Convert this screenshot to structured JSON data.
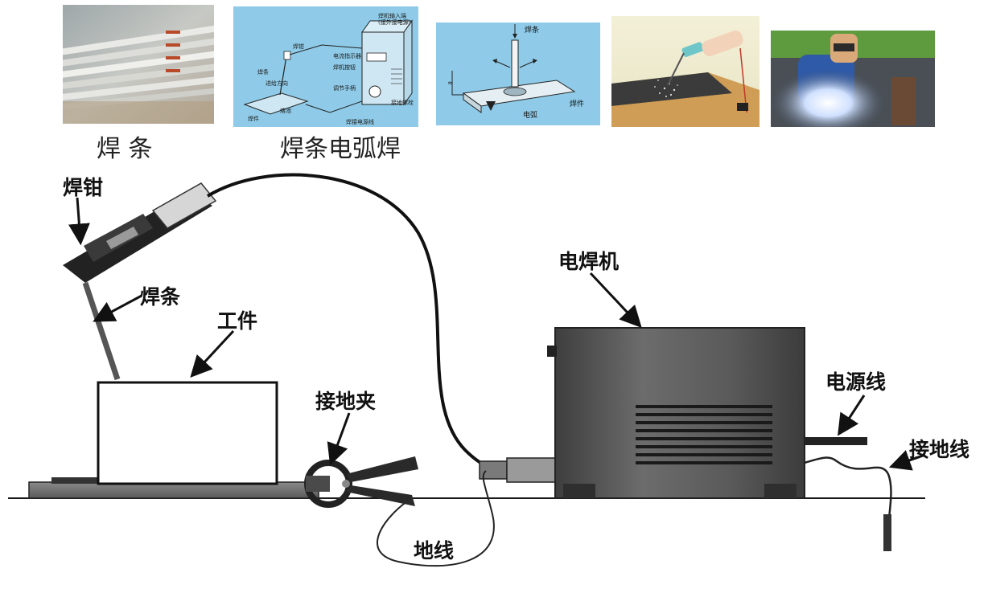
{
  "captions": {
    "electrode": "焊 条",
    "arc_welding": "焊条电弧焊"
  },
  "thumb2_labels": {
    "holder": "焊钳",
    "direction": "进给方向",
    "power_in": "焊机输入端",
    "power_in_sub": "(接外接电源)",
    "indicator": "电流指示器",
    "switch": "焊机按钮",
    "knob": "调节手柄",
    "ground": "接地螺栓",
    "cable": "焊接电源线",
    "rod": "焊条",
    "work": "焊件",
    "pool": "熔池"
  },
  "thumb3_labels": {
    "rod": "焊条",
    "work": "焊件",
    "arc": "电弧"
  },
  "diagram_labels": {
    "holder": "焊钳",
    "electrode": "焊条",
    "workpiece": "工件",
    "clamp": "接地夹",
    "welder": "电焊机",
    "power_cord": "电源线",
    "ground_wire": "接地线",
    "earth_wire": "地线"
  },
  "colors": {
    "thumb_blue": "#8fcbe8",
    "machine_dark": "#4a4a4a",
    "rod_gray": "#d4d4d4"
  }
}
